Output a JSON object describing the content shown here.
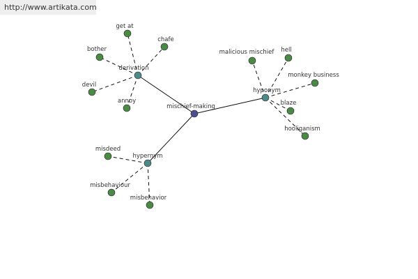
{
  "source_url": "http://www.artikata.com",
  "colors": {
    "center_node": "#4a4e8c",
    "hub_node": "#4d8a8a",
    "leaf_node": "#4a8a45",
    "edge": "#111111"
  },
  "center": {
    "label": "mischief-making"
  },
  "hubs": [
    {
      "id": "derivation",
      "label": "derivation",
      "leaves": [
        "get at",
        "chafe",
        "bother",
        "devil",
        "annoy"
      ]
    },
    {
      "id": "hyponym",
      "label": "hyponym",
      "leaves": [
        "malicious mischief",
        "hell",
        "monkey business",
        "blaze",
        "hooliganism"
      ]
    },
    {
      "id": "hypernym",
      "label": "hypernym",
      "leaves": [
        "misdeed",
        "misbehaviour",
        "misbehavior"
      ]
    }
  ]
}
